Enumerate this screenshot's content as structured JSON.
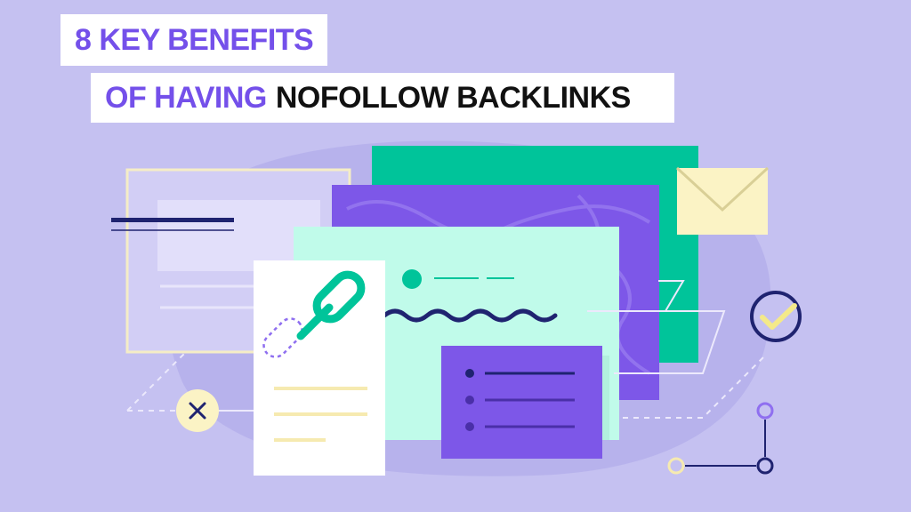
{
  "title": {
    "line1": "8 KEY BENEFITS",
    "line2_highlight": "OF HAVING",
    "line2_rest": "NOFOLLOW BACKLINKS"
  },
  "colors": {
    "background": "#c5c1f1",
    "accent_purple": "#7450ea",
    "accent_green": "#00c49a",
    "mint": "#c0fbea",
    "navy": "#1f2370",
    "envelope": "#fbf3c5"
  },
  "icons": [
    "link-icon",
    "envelope-icon",
    "check-circle-icon",
    "close-circle-icon"
  ]
}
